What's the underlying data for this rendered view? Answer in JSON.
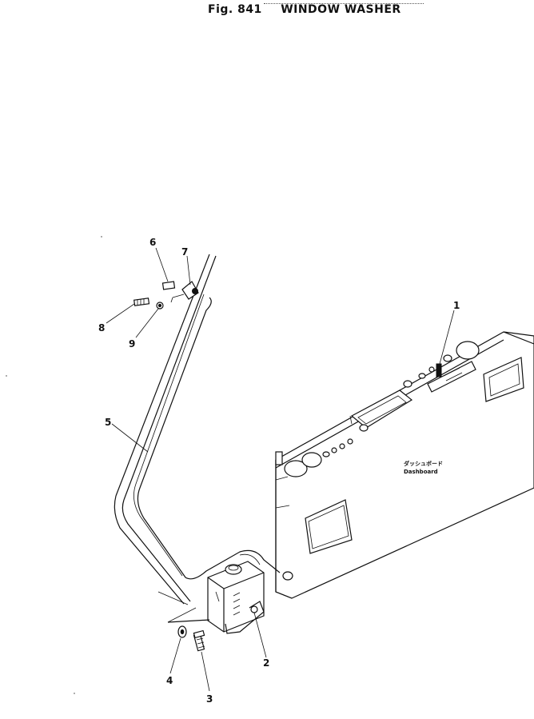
{
  "figure": {
    "number": "Fig. 841",
    "title": "WINDOW WASHER"
  },
  "labels": {
    "dashboard_jp": "ダッシュボード",
    "dashboard_en": "Dashboard"
  },
  "callouts": [
    "1",
    "2",
    "3",
    "4",
    "5",
    "6",
    "7",
    "8",
    "9"
  ]
}
